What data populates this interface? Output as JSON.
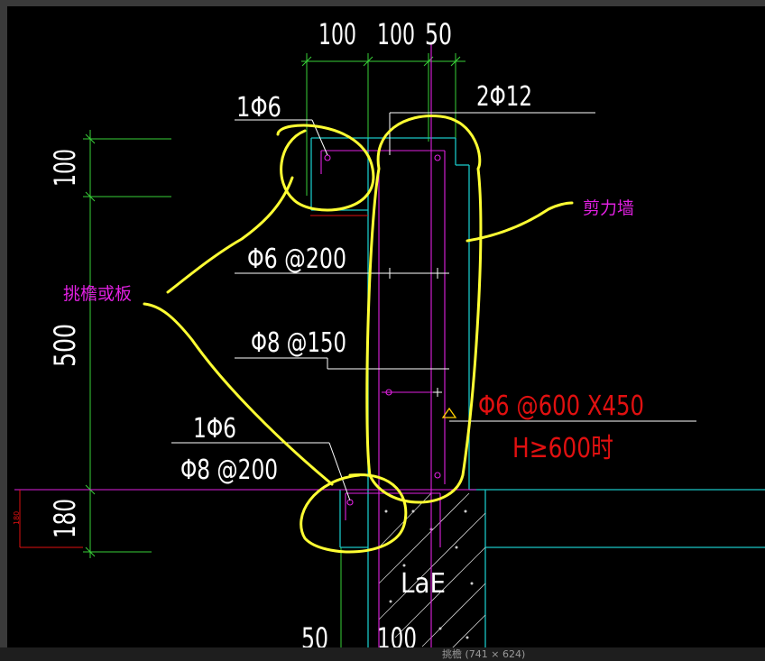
{
  "drawing": {
    "dim_top": [
      "100",
      "100",
      "50"
    ],
    "dim_left_top": "100",
    "dim_left_mid": "500",
    "dim_left_bottom": "180",
    "dim_bottom": [
      "50",
      "100"
    ],
    "label_1phi6_top": "1Φ6",
    "label_2phi12": "2Φ12",
    "label_phi6_200": "Φ6 @200",
    "label_phi8_150": "Φ8 @150",
    "label_1phi6_bottom": "1Φ6",
    "label_phi8_200": "Φ8 @200",
    "label_phi6_600x450": "Φ6 @600 X450",
    "label_h600": "H≥600时",
    "label_lae": "LaE",
    "annotation_wall": "剪力墙",
    "annotation_eave": "挑檐或板",
    "tiny_dim": "180"
  },
  "status": {
    "caption": "挑檐 (741 × 624)"
  },
  "colors": {
    "background": "#000000",
    "dimension": "#ffffff",
    "green_lines": "#39d139",
    "cyan_outline": "#19c6c6",
    "magenta_rebar": "#e020e0",
    "red_text": "#e01010",
    "yellow_markup": "#ffff33"
  }
}
